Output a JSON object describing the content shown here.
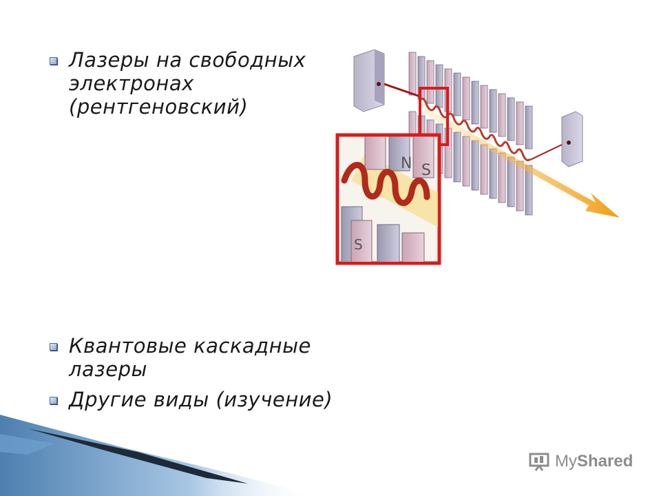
{
  "bullets_top": [
    {
      "text": "Лазеры на свободных электронах (рентгеновский)"
    }
  ],
  "bullets_bottom": [
    {
      "text": "Квантовые каскадные лазеры"
    },
    {
      "text": "Другие виды (изучение)"
    }
  ],
  "illustration": {
    "magnet_label_n": "N",
    "magnet_label_s": "S",
    "frame_color": "#e01818",
    "beam_color": "#f5a623"
  },
  "watermark": {
    "prefix": "My",
    "suffix": "Shared",
    "icon": "presentation-icon"
  },
  "colors": {
    "bullet": "#8ea8cf",
    "wave_dark": "#1c2a3a",
    "wave_light": "#6f9fcf"
  }
}
